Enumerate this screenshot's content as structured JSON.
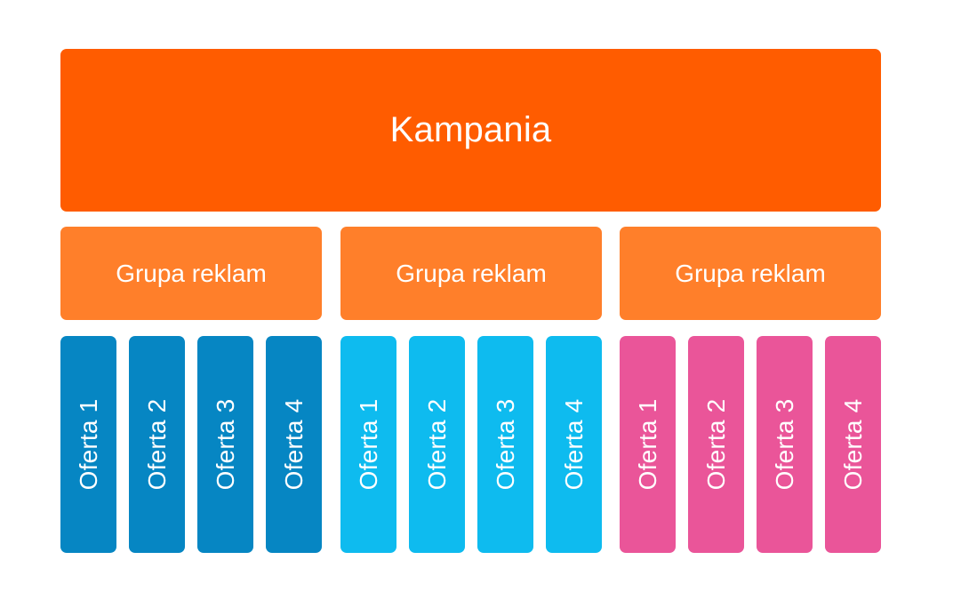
{
  "diagram": {
    "campaign": {
      "label": "Kampania",
      "color": "#ff5c00"
    },
    "groups": [
      {
        "label": "Grupa reklam",
        "color": "#ff7f2a"
      },
      {
        "label": "Grupa reklam",
        "color": "#ff7f2a"
      },
      {
        "label": "Grupa reklam",
        "color": "#ff7f2a"
      }
    ],
    "offers": [
      {
        "label": "Oferta 1",
        "group_index": 0,
        "color": "#0686c3"
      },
      {
        "label": "Oferta 2",
        "group_index": 0,
        "color": "#0686c3"
      },
      {
        "label": "Oferta 3",
        "group_index": 0,
        "color": "#0686c3"
      },
      {
        "label": "Oferta 4",
        "group_index": 0,
        "color": "#0686c3"
      },
      {
        "label": "Oferta 1",
        "group_index": 1,
        "color": "#0ebbef"
      },
      {
        "label": "Oferta 2",
        "group_index": 1,
        "color": "#0ebbef"
      },
      {
        "label": "Oferta 3",
        "group_index": 1,
        "color": "#0ebbef"
      },
      {
        "label": "Oferta 4",
        "group_index": 1,
        "color": "#0ebbef"
      },
      {
        "label": "Oferta 1",
        "group_index": 2,
        "color": "#ea5599"
      },
      {
        "label": "Oferta 2",
        "group_index": 2,
        "color": "#ea5599"
      },
      {
        "label": "Oferta 3",
        "group_index": 2,
        "color": "#ea5599"
      },
      {
        "label": "Oferta 4",
        "group_index": 2,
        "color": "#ea5599"
      }
    ]
  }
}
